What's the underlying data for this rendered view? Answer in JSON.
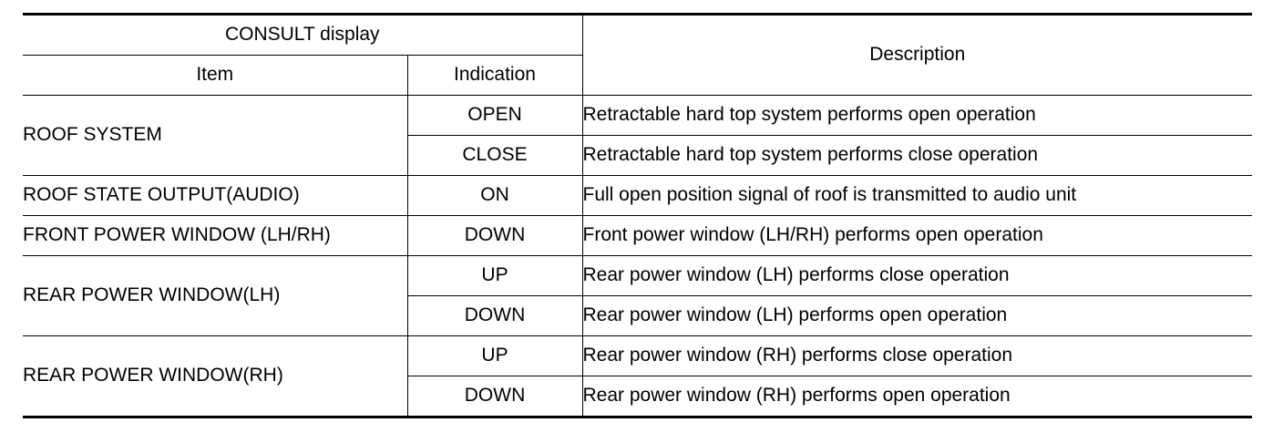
{
  "header": {
    "consult_display": "CONSULT display",
    "item": "Item",
    "indication": "Indication",
    "description": "Description"
  },
  "rows": [
    {
      "item": "ROOF SYSTEM",
      "entries": [
        {
          "indication": "OPEN",
          "description": "Retractable hard top system performs open operation"
        },
        {
          "indication": "CLOSE",
          "description": "Retractable hard top system performs close operation"
        }
      ]
    },
    {
      "item": "ROOF STATE OUTPUT(AUDIO)",
      "entries": [
        {
          "indication": "ON",
          "description": "Full open position signal of roof is transmitted to audio unit"
        }
      ]
    },
    {
      "item": "FRONT POWER WINDOW (LH/RH)",
      "entries": [
        {
          "indication": "DOWN",
          "description": "Front power window (LH/RH) performs open operation"
        }
      ]
    },
    {
      "item": "REAR POWER WINDOW(LH)",
      "entries": [
        {
          "indication": "UP",
          "description": "Rear power window (LH) performs close operation"
        },
        {
          "indication": "DOWN",
          "description": "Rear power window (LH) performs open operation"
        }
      ]
    },
    {
      "item": "REAR POWER WINDOW(RH)",
      "entries": [
        {
          "indication": "UP",
          "description": "Rear power window (RH) performs close operation"
        },
        {
          "indication": "DOWN",
          "description": "Rear power window (RH) performs open operation"
        }
      ]
    }
  ]
}
